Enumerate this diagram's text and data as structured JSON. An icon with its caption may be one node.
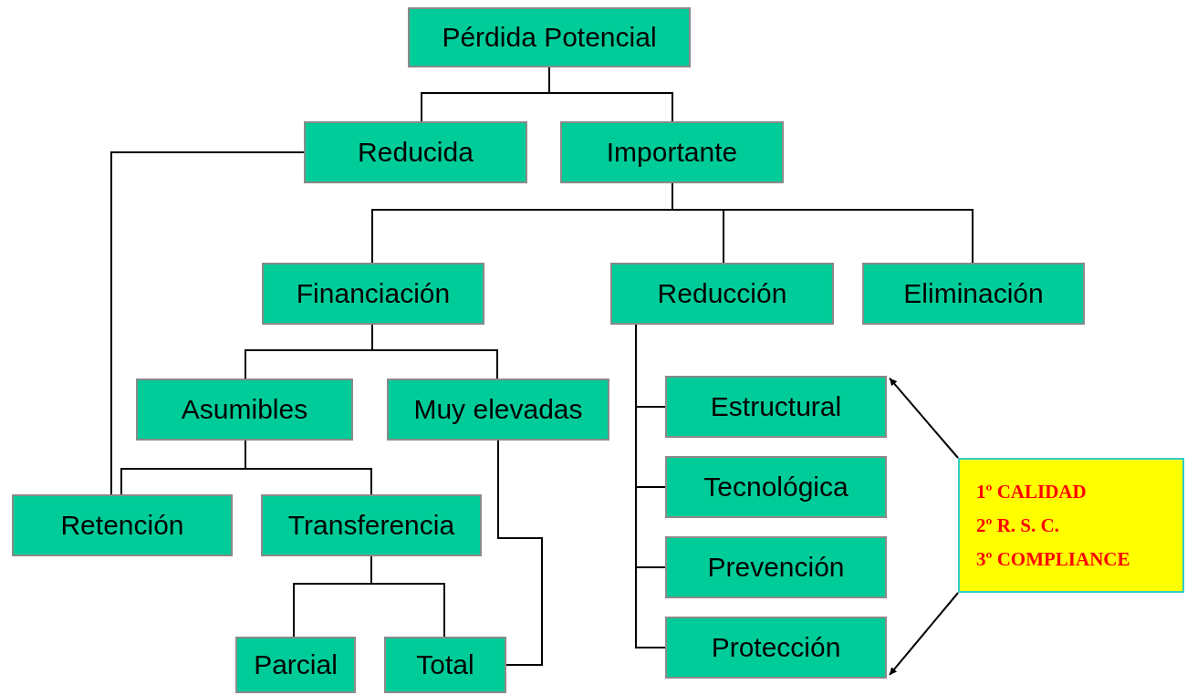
{
  "diagram": {
    "nodes": [
      {
        "text": [
          "Pérdida Potencial"
        ]
      },
      {
        "text": [
          "Reducida"
        ]
      },
      {
        "text": [
          "Importante"
        ]
      },
      {
        "text": [
          "Financiación"
        ]
      },
      {
        "text": [
          "Reducción"
        ]
      },
      {
        "text": [
          "Eliminación"
        ]
      },
      {
        "text": [
          "Asumibles"
        ]
      },
      {
        "text": [
          "Muy elevadas"
        ]
      },
      {
        "text": [
          "Retención"
        ]
      },
      {
        "text": [
          "Transferencia"
        ]
      },
      {
        "text": [
          "Parcial"
        ]
      },
      {
        "text": [
          "Total"
        ]
      },
      {
        "text": [
          "Estructural"
        ]
      },
      {
        "text": [
          "Tecnológica"
        ]
      },
      {
        "text": [
          "Prevención"
        ]
      },
      {
        "text": [
          "Protección"
        ]
      },
      {
        "text": [
          "1º CALIDAD",
          "2º R. S. C.",
          "3º COMPLIANCE"
        ]
      }
    ],
    "edges": [
      {
        "from": 0,
        "to": 1,
        "arrow": "none"
      },
      {
        "from": 0,
        "to": 2,
        "arrow": "none"
      },
      {
        "from": 2,
        "to": 3,
        "arrow": "none"
      },
      {
        "from": 2,
        "to": 4,
        "arrow": "none"
      },
      {
        "from": 2,
        "to": 5,
        "arrow": "none"
      },
      {
        "from": 1,
        "to": 8,
        "arrow": "none"
      },
      {
        "from": 3,
        "to": 6,
        "arrow": "none"
      },
      {
        "from": 3,
        "to": 7,
        "arrow": "none"
      },
      {
        "from": 6,
        "to": 8,
        "arrow": "none"
      },
      {
        "from": 6,
        "to": 9,
        "arrow": "none"
      },
      {
        "from": 9,
        "to": 10,
        "arrow": "none"
      },
      {
        "from": 9,
        "to": 11,
        "arrow": "none"
      },
      {
        "from": 7,
        "to": 11,
        "arrow": "none"
      },
      {
        "from": 4,
        "to": 12,
        "arrow": "none"
      },
      {
        "from": 4,
        "to": 13,
        "arrow": "none"
      },
      {
        "from": 4,
        "to": 14,
        "arrow": "none"
      },
      {
        "from": 4,
        "to": 15,
        "arrow": "none"
      },
      {
        "from": 16,
        "to": 12,
        "arrow": "to"
      },
      {
        "from": 16,
        "to": 15,
        "arrow": "to"
      }
    ]
  }
}
